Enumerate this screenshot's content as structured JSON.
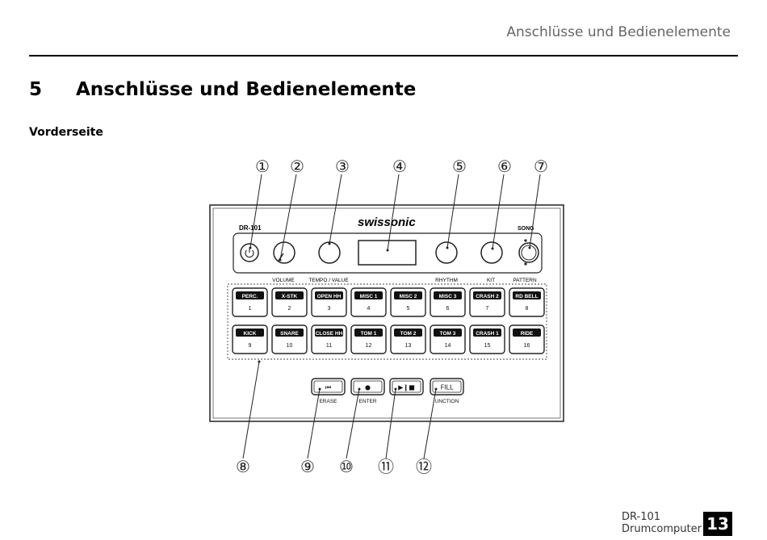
{
  "header": {
    "running_title": "Anschlüsse und Bedienelemente"
  },
  "chapter": {
    "number": "5",
    "title": "Anschlüsse und Bedienelemente"
  },
  "section": {
    "title": "Vorderseite"
  },
  "device": {
    "model": "DR-101",
    "brand": "swissonic",
    "song_label": "SONG",
    "knob_labels": [
      "VOLUME",
      "TEMPO / VALUE",
      "RHYTHM",
      "KIT",
      "PATTERN"
    ],
    "pads_row1": [
      {
        "name": "PERC.",
        "num": "1"
      },
      {
        "name": "X-STK",
        "num": "2"
      },
      {
        "name": "OPEN HH",
        "num": "3"
      },
      {
        "name": "MISC 1",
        "num": "4"
      },
      {
        "name": "MISC 2",
        "num": "5"
      },
      {
        "name": "MISC 3",
        "num": "6"
      },
      {
        "name": "CRASH 2",
        "num": "7"
      },
      {
        "name": "RD BELL",
        "num": "8"
      }
    ],
    "pads_row2": [
      {
        "name": "KICK",
        "num": "9"
      },
      {
        "name": "SNARE",
        "num": "10"
      },
      {
        "name": "CLOSE HH",
        "num": "11"
      },
      {
        "name": "TOM 1",
        "num": "12"
      },
      {
        "name": "TOM 2",
        "num": "13"
      },
      {
        "name": "TOM 3",
        "num": "14"
      },
      {
        "name": "CRASH 1",
        "num": "15"
      },
      {
        "name": "RIDE",
        "num": "16"
      }
    ],
    "transport": [
      {
        "symbol": "⏮",
        "label": "ERASE"
      },
      {
        "symbol": "●",
        "label": "ENTER"
      },
      {
        "symbol": "▶❙■",
        "label": ""
      },
      {
        "symbol": "FILL",
        "label": "UNCTION"
      }
    ]
  },
  "callouts": [
    "①",
    "②",
    "③",
    "④",
    "⑤",
    "⑥",
    "⑦",
    "⑧",
    "⑨",
    "⑩",
    "⑪",
    "⑫"
  ],
  "footer": {
    "model": "DR-101",
    "product": "Drumcomputer",
    "page": "13"
  }
}
